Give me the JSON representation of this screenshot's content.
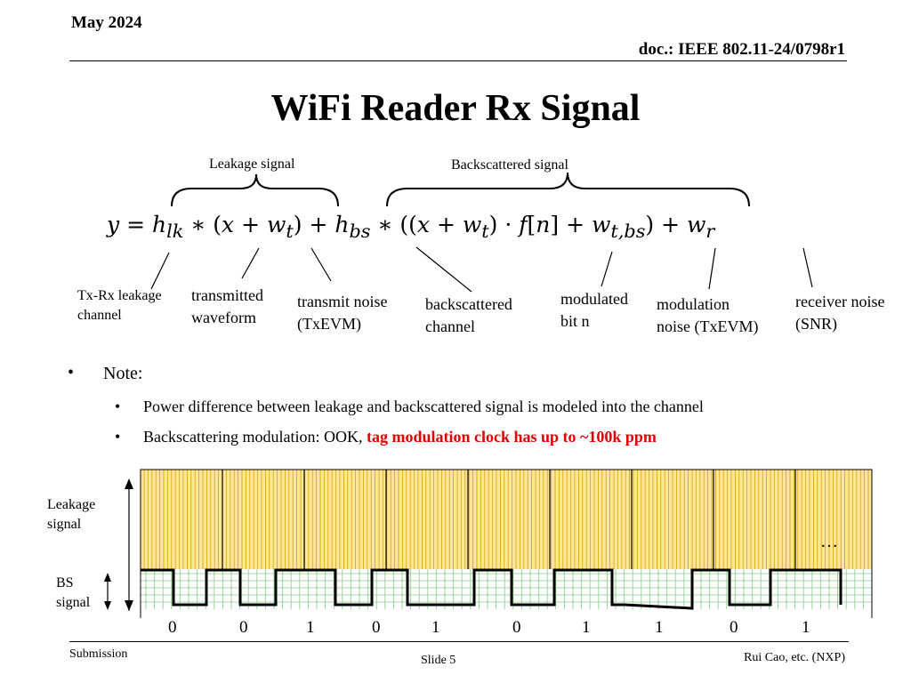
{
  "header": {
    "date": "May 2024",
    "doc_id": "doc.: IEEE 802.11-24/0798r1"
  },
  "title": "WiFi Reader Rx Signal",
  "equation": {
    "brace_left_label": "Leakage signal",
    "brace_right_label": "Backscattered signal",
    "annotations": {
      "tx_rx_leakage": [
        "Tx-Rx leakage",
        "channel"
      ],
      "transmitted": [
        "transmitted",
        "waveform"
      ],
      "transmit_noise": [
        "transmit noise",
        "(TxEVM)"
      ],
      "backscattered": [
        "backscattered",
        "channel"
      ],
      "modulated": [
        "modulated",
        "bit n"
      ],
      "modulation_noise": [
        "modulation",
        "noise (TxEVM)"
      ],
      "receiver_noise": [
        "receiver noise",
        "(SNR)"
      ]
    }
  },
  "notes": {
    "heading": "Note:",
    "item1": "Power difference between leakage and backscattered signal is modeled into the channel",
    "item2_prefix": "Backscattering modulation: OOK, ",
    "item2_highlight": "tag modulation clock has up to ~100k ppm"
  },
  "diagram": {
    "leakage_label": [
      "Leakage",
      "signal"
    ],
    "bs_label": [
      "BS",
      "signal"
    ],
    "ellipsis": "…",
    "bits": [
      "0",
      "0",
      "1",
      "0",
      "1",
      "0",
      "1",
      "1",
      "0",
      "1"
    ],
    "colors": {
      "leakage_bg": "#ffe699",
      "leakage_line": "#d6a300",
      "bs_grid": "#88cc88"
    }
  },
  "footer": {
    "left": "Submission",
    "center": "Slide 5",
    "right": "Rui Cao, etc. (NXP)"
  }
}
